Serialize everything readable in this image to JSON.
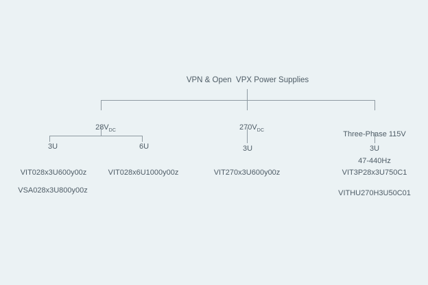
{
  "colors": {
    "background": "#ebf2f4",
    "text": "#4e5c66",
    "line": "#8e9aa1"
  },
  "tree": {
    "title": "VPN & Open  VPX Power Supplies",
    "branches": [
      {
        "voltage": "28V",
        "voltage_subscript": "DC",
        "form_factors": [
          {
            "label": "3U",
            "products": [
              "VIT028x3U600y00z",
              "VSA028x3U800y00z"
            ]
          },
          {
            "label": "6U",
            "products": [
              "VIT028x6U1000y00z"
            ]
          }
        ]
      },
      {
        "voltage": "270V",
        "voltage_subscript": "DC",
        "form_factors": [
          {
            "label": "3U",
            "products": [
              "VIT270x3U600y00z"
            ]
          }
        ]
      },
      {
        "label_line1": "Three-Phase 115V",
        "label_line2": "47-440Hz",
        "form_factors": [
          {
            "label": "3U",
            "products": [
              "VIT3P28x3U750C1",
              "VITHU270H3U50C01"
            ]
          }
        ]
      }
    ]
  }
}
